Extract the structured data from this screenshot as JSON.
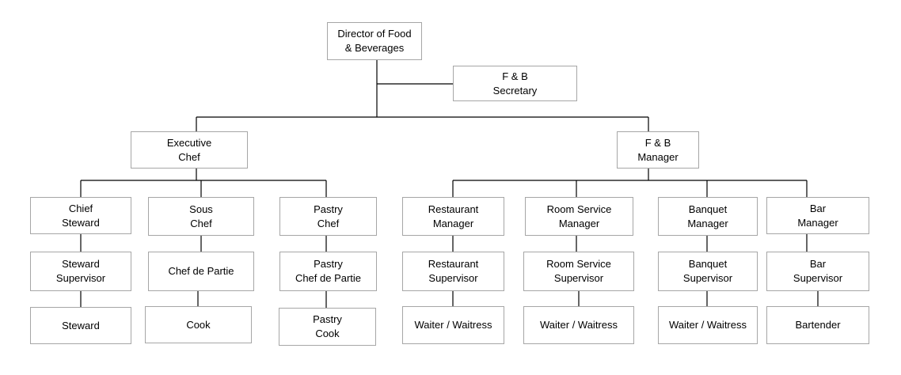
{
  "nodes": {
    "director": {
      "lines": [
        "Director of Food",
        "& Beverages"
      ]
    },
    "secretary": {
      "lines": [
        "F & B",
        "Secretary"
      ]
    },
    "exec_chef": {
      "lines": [
        "Executive",
        "Chef"
      ]
    },
    "fb_manager": {
      "lines": [
        "F & B",
        "Manager"
      ]
    },
    "chief_steward": {
      "lines": [
        "Chief",
        "Steward"
      ]
    },
    "steward_supervisor": {
      "lines": [
        "Steward",
        "Supervisor"
      ]
    },
    "steward": {
      "lines": [
        "Steward"
      ]
    },
    "sous_chef": {
      "lines": [
        "Sous",
        "Chef"
      ]
    },
    "chef_de_partie": {
      "lines": [
        "Chef de Partie"
      ]
    },
    "cook": {
      "lines": [
        "Cook"
      ]
    },
    "pastry_chef": {
      "lines": [
        "Pastry",
        "Chef"
      ]
    },
    "pastry_chef_de_partie": {
      "lines": [
        "Pastry",
        "Chef de Partie"
      ]
    },
    "pastry_cook": {
      "lines": [
        "Pastry",
        "Cook"
      ]
    },
    "restaurant_manager": {
      "lines": [
        "Restaurant",
        "Manager"
      ]
    },
    "restaurant_supervisor": {
      "lines": [
        "Restaurant",
        "Supervisor"
      ]
    },
    "restaurant_waiter": {
      "lines": [
        "Waiter / Waitress"
      ]
    },
    "room_service_manager": {
      "lines": [
        "Room Service",
        "Manager"
      ]
    },
    "room_service_supervisor": {
      "lines": [
        "Room Service",
        "Supervisor"
      ]
    },
    "room_service_waiter": {
      "lines": [
        "Waiter / Waitress"
      ]
    },
    "banquet_manager": {
      "lines": [
        "Banquet",
        "Manager"
      ]
    },
    "banquet_supervisor": {
      "lines": [
        "Banquet",
        "Supervisor"
      ]
    },
    "banquet_waiter": {
      "lines": [
        "Waiter / Waitress"
      ]
    },
    "bar_manager": {
      "lines": [
        "Bar",
        "Manager"
      ]
    },
    "bar_supervisor": {
      "lines": [
        "Bar",
        "Supervisor"
      ]
    },
    "bartender": {
      "lines": [
        "Bartender"
      ]
    }
  }
}
